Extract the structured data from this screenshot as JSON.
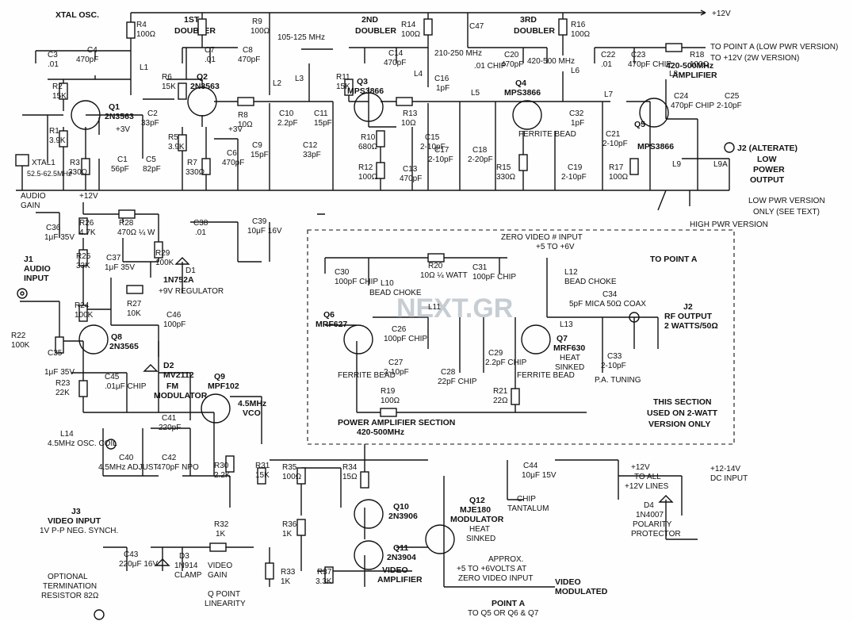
{
  "title": "XTAL OSC.",
  "stages": {
    "doubler1": [
      "1ST",
      "DOUBLER"
    ],
    "doubler2": [
      "2ND",
      "DOUBLER"
    ],
    "doubler3": [
      "3RD",
      "DOUBLER"
    ],
    "amp": [
      "420-500MHz",
      "AMPLIFIER"
    ]
  },
  "freq_notes": [
    "105-125 MHz",
    "210-250 MHz",
    "420-500 MHz"
  ],
  "supply": "+12V",
  "outputs": {
    "point_a_note": [
      "TO POINT A (LOW PWR VERSION)",
      "TO +12V (2W VERSION)"
    ],
    "low_power": [
      "J2 (ALTERATE)",
      "LOW",
      "POWER",
      "OUTPUT"
    ],
    "low_pwr_only": [
      "LOW PWR VERSION",
      "ONLY (SEE TEXT)"
    ],
    "high_pwr": "HIGH PWR VERSION"
  },
  "power_amp": {
    "zero_video": [
      "ZERO VIDEO # INPUT",
      "+5 TO +6V"
    ],
    "to_point_a": "TO POINT A",
    "rf_output": [
      "J2",
      "RF OUTPUT",
      "2 WATTS/50Ω"
    ],
    "section_label": [
      "POWER AMPLIFIER SECTION",
      "420-500MHz"
    ],
    "version_note": [
      "THIS SECTION",
      "USED ON 2-WATT",
      "VERSION ONLY"
    ],
    "coax": "5pF MICA 50Ω COAX",
    "pa_tuning": "P.A. TUNING"
  },
  "components": {
    "osc": [
      {
        "ref": "R4",
        "val": "100Ω"
      },
      {
        "ref": "C3",
        "val": ".01"
      },
      {
        "ref": "C4",
        "val": "470pF"
      },
      {
        "ref": "L1",
        "val": ""
      },
      {
        "ref": "R2",
        "val": "15K"
      },
      {
        "ref": "Q1",
        "val": "2N3563"
      },
      {
        "ref": "C2",
        "val": "33pF"
      },
      {
        "ref": "R1",
        "val": "3.9K"
      },
      {
        "ref": "C1",
        "val": "56pF"
      },
      {
        "ref": "C5",
        "val": "82pF"
      },
      {
        "ref": "R3",
        "val": "330Ω"
      },
      {
        "ref": "XTAL1",
        "val": "52.5-62.5MHz"
      }
    ],
    "doubler1": [
      {
        "ref": "C7",
        "val": ".01"
      },
      {
        "ref": "C8",
        "val": "470pF"
      },
      {
        "ref": "R9",
        "val": "100Ω"
      },
      {
        "ref": "R6",
        "val": "15K"
      },
      {
        "ref": "Q2",
        "val": "2N3563"
      },
      {
        "ref": "L2",
        "val": ""
      },
      {
        "ref": "R8",
        "val": "10Ω"
      },
      {
        "ref": "R5",
        "val": "3.9K"
      },
      {
        "ref": "R7",
        "val": "330Ω"
      },
      {
        "ref": "C6",
        "val": "470pF"
      },
      {
        "ref": "C9",
        "val": "15pF"
      },
      {
        "ref": "C10",
        "val": "2.2pF"
      }
    ],
    "doubler2": [
      {
        "ref": "L3",
        "val": ""
      },
      {
        "ref": "C11",
        "val": "15pF"
      },
      {
        "ref": "C12",
        "val": "33pF"
      },
      {
        "ref": "R11",
        "val": "15K"
      },
      {
        "ref": "R14",
        "val": "100Ω"
      },
      {
        "ref": "C14",
        "val": "470pF"
      },
      {
        "ref": "Q3",
        "val": "MPS3866"
      },
      {
        "ref": "R13",
        "val": "10Ω"
      },
      {
        "ref": "R10",
        "val": "680Ω"
      },
      {
        "ref": "C15",
        "val": "2-10pF"
      },
      {
        "ref": "R12",
        "val": "100Ω"
      },
      {
        "ref": "C13",
        "val": "470pF"
      },
      {
        "ref": "L4",
        "val": ""
      },
      {
        "ref": "C16",
        "val": "1pF"
      }
    ],
    "doubler3": [
      {
        "ref": "C47",
        "val": ".01 CHIP"
      },
      {
        "ref": "C20",
        "val": "470pF"
      },
      {
        "ref": "R16",
        "val": "100Ω"
      },
      {
        "ref": "Q4",
        "val": "MPS3866"
      },
      {
        "ref": "L5",
        "val": ""
      },
      {
        "ref": "L6",
        "val": ""
      },
      {
        "ref": "C17",
        "val": "2-10pF"
      },
      {
        "ref": "C18",
        "val": "2-20pF"
      },
      {
        "ref": "R15",
        "val": "330Ω"
      },
      {
        "ref": "C19",
        "val": "2-10pF"
      },
      {
        "ref": "C32",
        "val": "1pF"
      },
      {
        "ref": "FB",
        "val": "FERRITE BEAD"
      }
    ],
    "amp": [
      {
        "ref": "C22",
        "val": ".01"
      },
      {
        "ref": "C23",
        "val": "470pF CHIP"
      },
      {
        "ref": "R18",
        "val": "100Ω"
      },
      {
        "ref": "L7",
        "val": ""
      },
      {
        "ref": "L8",
        "val": ""
      },
      {
        "ref": "C21",
        "val": "2-10pF"
      },
      {
        "ref": "R17",
        "val": "100Ω"
      },
      {
        "ref": "Q5",
        "val": "MPS3866"
      },
      {
        "ref": "C24",
        "val": "470pF CHIP"
      },
      {
        "ref": "C25",
        "val": "2-10pF"
      },
      {
        "ref": "L9",
        "val": ""
      },
      {
        "ref": "L9A",
        "val": ""
      }
    ],
    "audio": [
      {
        "ref": "AUDIO GAIN",
        "val": ""
      },
      {
        "ref": "C36",
        "val": "1μF 35V"
      },
      {
        "ref": "R26",
        "val": "4.7K"
      },
      {
        "ref": "R28",
        "val": "470Ω ¼ W"
      },
      {
        "ref": "C38",
        "val": ".01"
      },
      {
        "ref": "C39",
        "val": "10μF 16V"
      },
      {
        "ref": "R25",
        "val": "33K"
      },
      {
        "ref": "C37",
        "val": "1μF 35V"
      },
      {
        "ref": "R29",
        "val": "100K"
      },
      {
        "ref": "D1",
        "val": "1N752A"
      },
      {
        "ref": "R27",
        "val": "10K"
      },
      {
        "ref": "R24",
        "val": "100K"
      },
      {
        "ref": "C46",
        "val": "100pF"
      },
      {
        "ref": "Q8",
        "val": "2N3565"
      },
      {
        "ref": "R22",
        "val": "100K"
      },
      {
        "ref": "C35",
        "val": "1μF 35V"
      },
      {
        "ref": "R23",
        "val": "22K"
      },
      {
        "ref": "C45",
        "val": ".01μF CHIP"
      },
      {
        "ref": "D2",
        "val": "MV2112"
      },
      {
        "ref": "Q9",
        "val": "MPF102"
      }
    ],
    "vco": [
      {
        "ref": "C41",
        "val": "220pF"
      },
      {
        "ref": "L14",
        "val": "4.5MHz OSC. COIL"
      },
      {
        "ref": "C40",
        "val": "4.5MHz ADJUST"
      },
      {
        "ref": "C42",
        "val": "470pF NPO"
      },
      {
        "ref": "R30",
        "val": "2.2K"
      },
      {
        "ref": "R31",
        "val": "15K"
      }
    ],
    "video": [
      {
        "ref": "C43",
        "val": "220μF 16V"
      },
      {
        "ref": "D3",
        "val": "1N914"
      },
      {
        "ref": "R32",
        "val": "1K"
      },
      {
        "ref": "R33",
        "val": "1K"
      },
      {
        "ref": "R35",
        "val": "100Ω"
      },
      {
        "ref": "R34",
        "val": "15Ω"
      },
      {
        "ref": "R36",
        "val": "1K"
      },
      {
        "ref": "R37",
        "val": "3.3K"
      },
      {
        "ref": "Q10",
        "val": "2N3906"
      },
      {
        "ref": "Q11",
        "val": "2N3904"
      },
      {
        "ref": "Q12",
        "val": "MJE180"
      },
      {
        "ref": "C44",
        "val": "10μF 15V"
      },
      {
        "ref": "D4",
        "val": "1N4007"
      }
    ],
    "pa": [
      {
        "ref": "C30",
        "val": "100pF CHIP"
      },
      {
        "ref": "L10",
        "val": "BEAD CHOKE"
      },
      {
        "ref": "R20",
        "val": "10Ω ¼ WATT"
      },
      {
        "ref": "C31",
        "val": "100pF CHIP"
      },
      {
        "ref": "L12",
        "val": "BEAD CHOKE"
      },
      {
        "ref": "Q6",
        "val": "MRF627"
      },
      {
        "ref": "C26",
        "val": "100pF CHIP"
      },
      {
        "ref": "L11",
        "val": ""
      },
      {
        "ref": "C27",
        "val": "2-10pF"
      },
      {
        "ref": "C28",
        "val": "22pF CHIP"
      },
      {
        "ref": "C29",
        "val": "2.2pF CHIP"
      },
      {
        "ref": "Q7",
        "val": "MRF630"
      },
      {
        "ref": "L13",
        "val": ""
      },
      {
        "ref": "C34",
        "val": ""
      },
      {
        "ref": "C33",
        "val": "2-10pF"
      },
      {
        "ref": "R19",
        "val": "100Ω"
      },
      {
        "ref": "R21",
        "val": "22Ω"
      }
    ]
  },
  "misc_labels": {
    "audio_input": [
      "J1",
      "AUDIO",
      "INPUT"
    ],
    "audio_gain": [
      "AUDIO",
      "GAIN"
    ],
    "regulator": "+9V REGULATOR",
    "fm_mod": [
      "FM",
      "MODULATOR"
    ],
    "vco": [
      "4.5MHz",
      "VCO"
    ],
    "video_input": [
      "J3",
      "VIDEO INPUT",
      "1V P-P NEG. SYNCH."
    ],
    "termination": [
      "OPTIONAL",
      "TERMINATION",
      "RESISTOR 82Ω"
    ],
    "clamp": "CLAMP",
    "video_gain": [
      "VIDEO",
      "GAIN"
    ],
    "q_point": [
      "Q POINT",
      "LINEARITY"
    ],
    "video_amp": [
      "VIDEO",
      "AMPLIFIER"
    ],
    "modulator": [
      "MODULATOR",
      "HEAT",
      "SINKED"
    ],
    "chip_tantalum": [
      "CHIP",
      "TANTALUM"
    ],
    "approx": [
      "APPROX.",
      "+5 TO +6VOLTS AT",
      "ZERO VIDEO INPUT"
    ],
    "video_modulated": [
      "VIDEO",
      "MODULATED"
    ],
    "point_a": [
      "POINT A",
      "TO Q5 OR Q6 & Q7"
    ],
    "to_all": [
      "+12V",
      "TO ALL",
      "+12V LINES"
    ],
    "dc_input": [
      "+12-14V",
      "DC INPUT"
    ],
    "polarity": [
      "POLARITY",
      "PROTECTOR"
    ],
    "heat_sinked": [
      "HEAT",
      "SINKED"
    ],
    "plus3v": "+3V",
    "watermark": "NEXT.GR"
  }
}
